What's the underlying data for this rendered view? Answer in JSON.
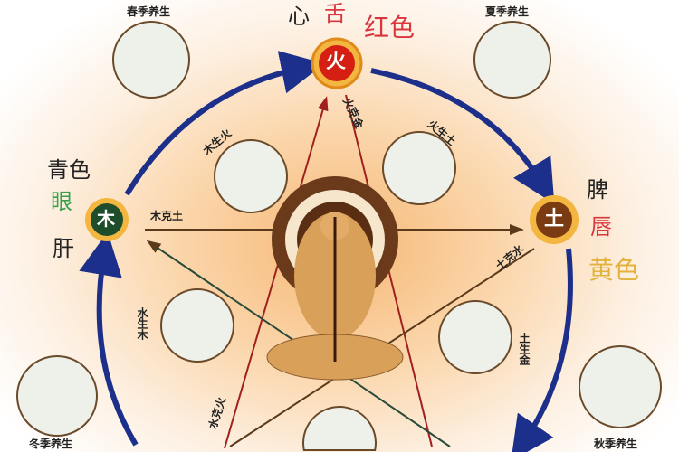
{
  "elements": {
    "fire": {
      "glyph": "火",
      "organ": "心",
      "sense": "舌",
      "color_name": "红色",
      "node_color": "#d41f12"
    },
    "wood": {
      "glyph": "木",
      "organ": "肝",
      "sense": "眼",
      "color_name": "青色",
      "node_color": "#1d4d2a"
    },
    "earth": {
      "glyph": "土",
      "organ": "脾",
      "sense": "唇",
      "color_name": "黄色",
      "node_color": "#7a3a12"
    }
  },
  "seasons": {
    "spring": "春季养生",
    "summer": "夏季养生",
    "winter": "冬季养生",
    "autumn": "秋季养生"
  },
  "generating": {
    "wood_fire": "木生火",
    "fire_earth": "火生土",
    "water_wood": "水生木",
    "earth_metal": "土生金"
  },
  "controlling": {
    "wood_earth": "木克土",
    "fire_metal": "火克金",
    "earth_water": "土克水",
    "water_fire": "水克火"
  },
  "colors": {
    "cycle_arrow": "#1c2f8a",
    "red_text": "#d9363e",
    "green_text": "#3aa04a",
    "yellow_text": "#e3b23c"
  }
}
